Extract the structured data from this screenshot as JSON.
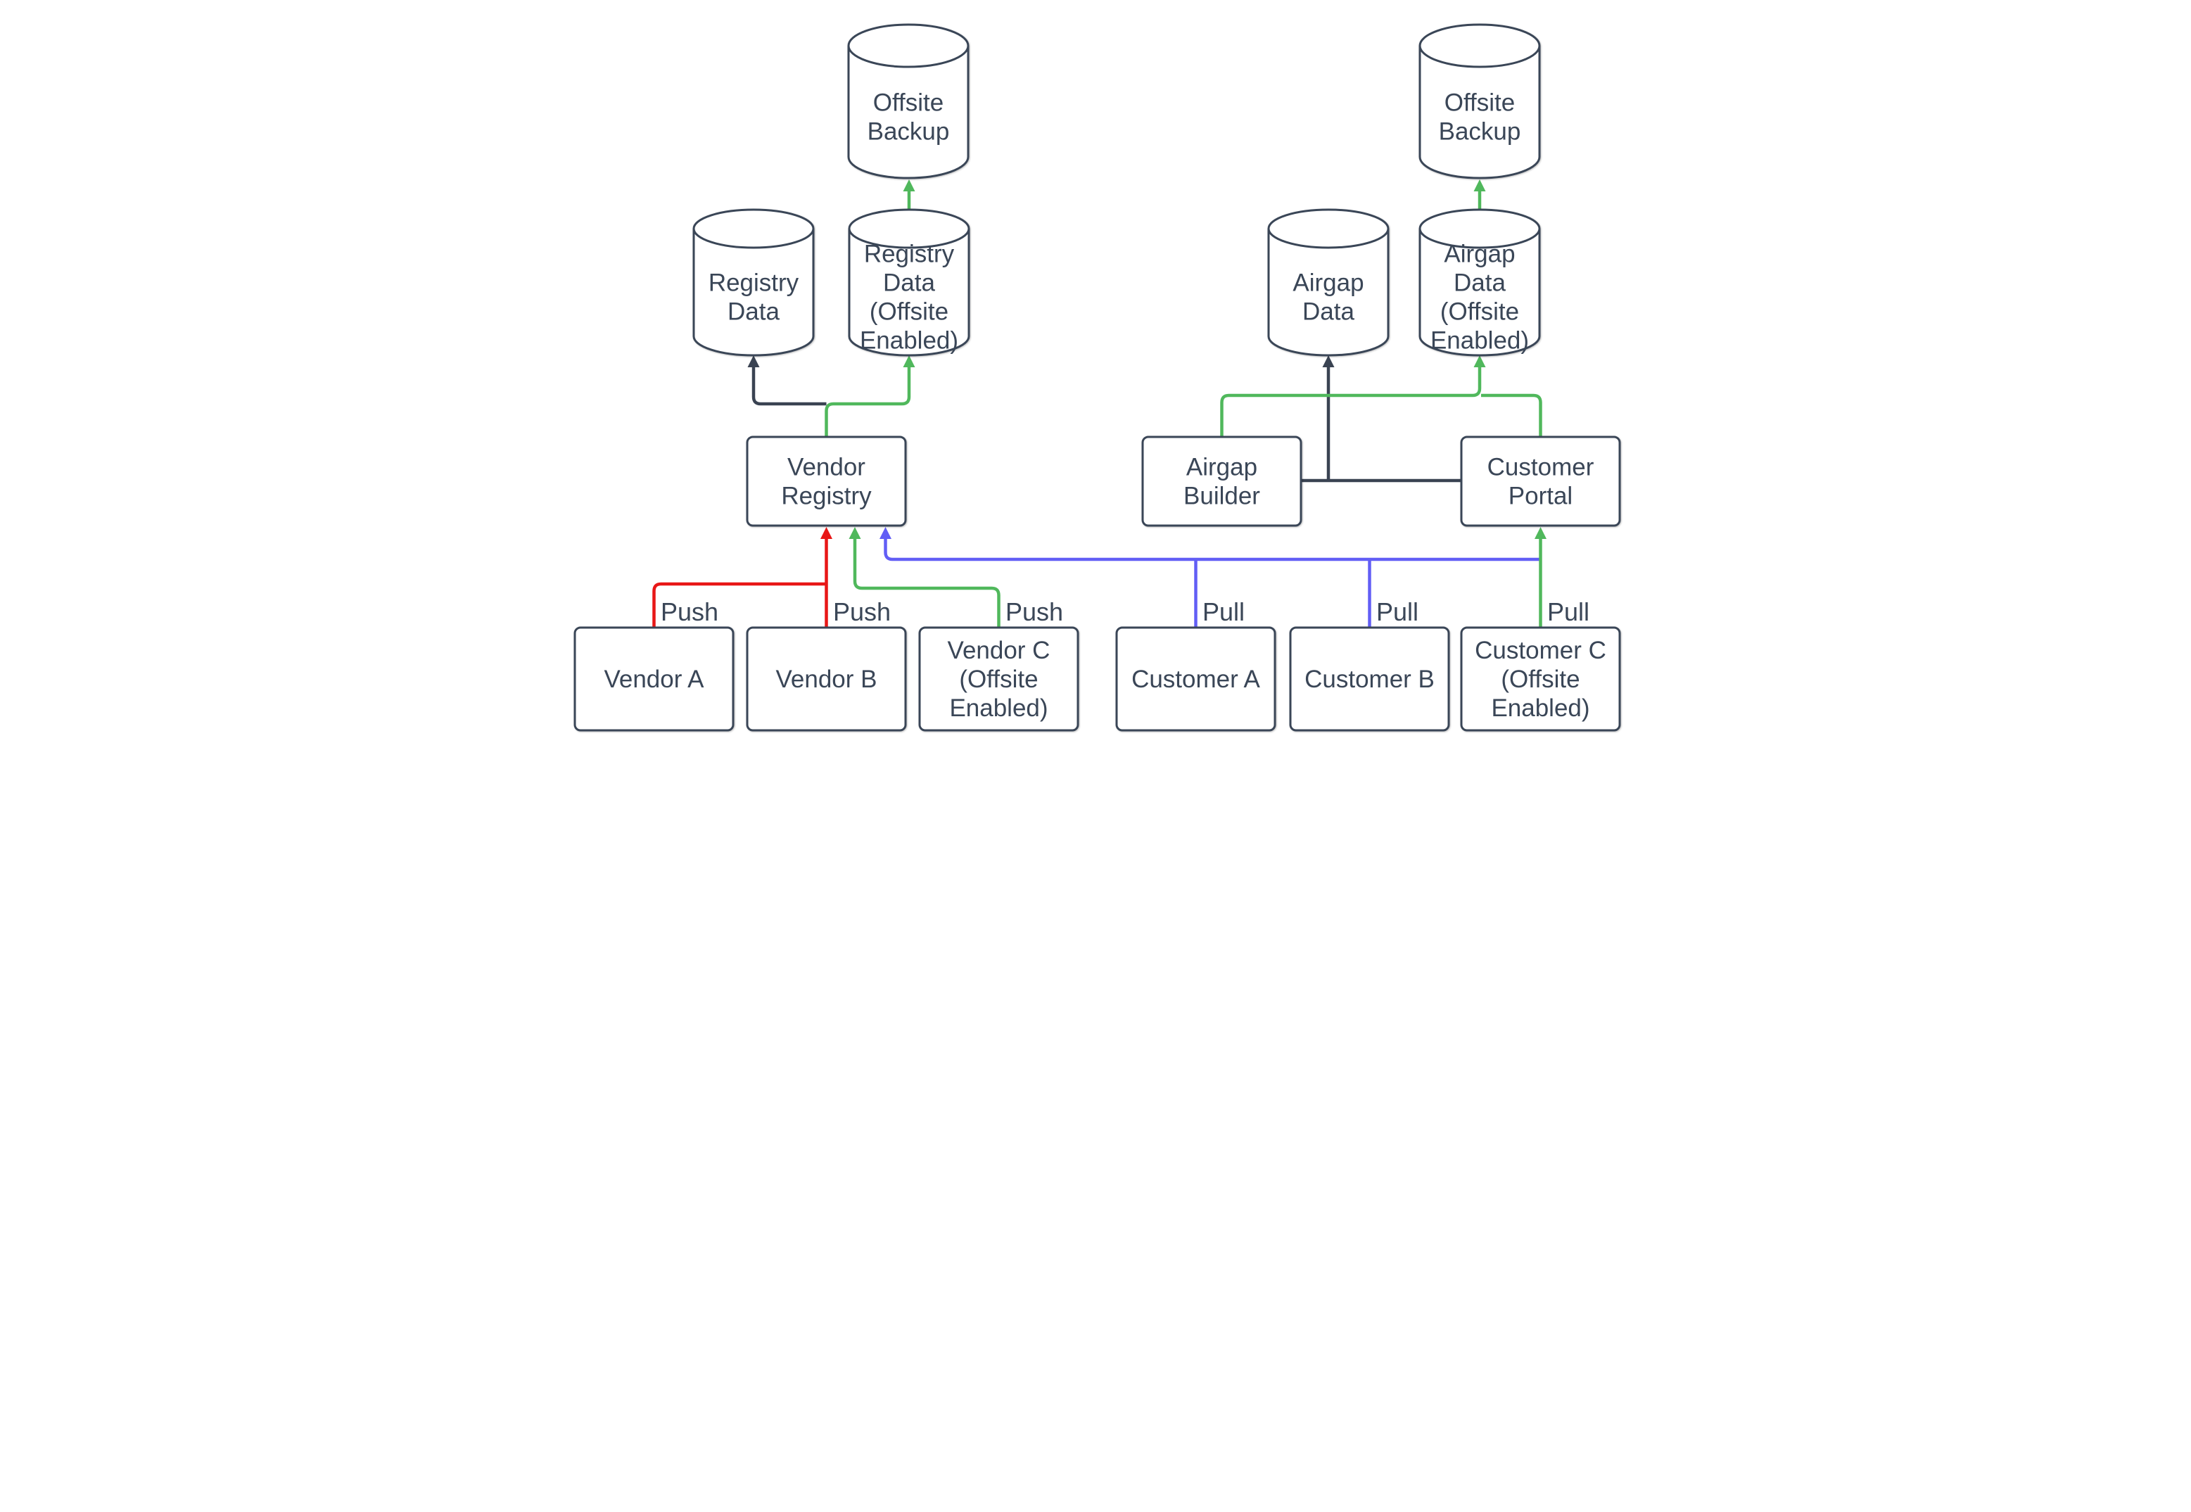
{
  "diagram": {
    "background": "#ffffff",
    "colors": {
      "node_border": "#3A4657",
      "text": "#3A4657",
      "dark": "#3A4352",
      "green": "#50B85C",
      "red": "#E81717",
      "blue": "#625EF5"
    },
    "nodes": [
      {
        "id": "offsite-backup-left",
        "shape": "cylinder",
        "lines": [
          "Offsite",
          "Backup"
        ]
      },
      {
        "id": "registry-data",
        "shape": "cylinder",
        "lines": [
          "Registry",
          "Data"
        ]
      },
      {
        "id": "registry-data-offsite",
        "shape": "cylinder",
        "lines": [
          "Registry",
          "Data",
          "(Offsite",
          "Enabled)"
        ]
      },
      {
        "id": "vendor-registry",
        "shape": "rect",
        "lines": [
          "Vendor",
          "Registry"
        ]
      },
      {
        "id": "vendor-a",
        "shape": "rect",
        "lines": [
          "Vendor A"
        ]
      },
      {
        "id": "vendor-b",
        "shape": "rect",
        "lines": [
          "Vendor B"
        ]
      },
      {
        "id": "vendor-c",
        "shape": "rect",
        "lines": [
          "Vendor C",
          "(Offsite",
          "Enabled)"
        ]
      },
      {
        "id": "airgap-data",
        "shape": "cylinder",
        "lines": [
          "Airgap",
          "Data"
        ]
      },
      {
        "id": "airgap-data-offsite",
        "shape": "cylinder",
        "lines": [
          "Airgap",
          "Data",
          "(Offsite",
          "Enabled)"
        ]
      },
      {
        "id": "offsite-backup-right",
        "shape": "cylinder",
        "lines": [
          "Offsite",
          "Backup"
        ]
      },
      {
        "id": "airgap-builder",
        "shape": "rect",
        "lines": [
          "Airgap",
          "Builder"
        ]
      },
      {
        "id": "customer-portal",
        "shape": "rect",
        "lines": [
          "Customer",
          "Portal"
        ]
      },
      {
        "id": "customer-a",
        "shape": "rect",
        "lines": [
          "Customer A"
        ]
      },
      {
        "id": "customer-b",
        "shape": "rect",
        "lines": [
          "Customer B"
        ]
      },
      {
        "id": "customer-c",
        "shape": "rect",
        "lines": [
          "Customer C",
          "(Offsite",
          "Enabled)"
        ]
      }
    ],
    "edges": [
      {
        "id": "vendor-registry-to-registry-data",
        "color": "dark"
      },
      {
        "id": "vendor-registry-to-registry-data-offsite",
        "color": "green"
      },
      {
        "id": "registry-data-offsite-to-offsite-backup",
        "color": "green"
      },
      {
        "id": "vendor-a-to-vendor-registry",
        "color": "red",
        "label": "Push"
      },
      {
        "id": "vendor-b-to-vendor-registry",
        "color": "red",
        "label": "Push"
      },
      {
        "id": "vendor-c-to-vendor-registry",
        "color": "green",
        "label": "Push"
      },
      {
        "id": "customer-a-pull",
        "color": "blue",
        "label": "Pull"
      },
      {
        "id": "customer-b-pull",
        "color": "blue",
        "label": "Pull"
      },
      {
        "id": "customers-pull-to-vendor-registry",
        "color": "blue"
      },
      {
        "id": "customer-c-to-customer-portal",
        "color": "green",
        "label": "Pull"
      },
      {
        "id": "customer-portal-to-airgap-builder",
        "color": "dark"
      },
      {
        "id": "customer-portal-to-airgap-data",
        "color": "dark"
      },
      {
        "id": "airgap-builder-to-airgap-data-offsite",
        "color": "green"
      },
      {
        "id": "customer-portal-to-airgap-data-offsite",
        "color": "green"
      },
      {
        "id": "airgap-data-offsite-to-offsite-backup",
        "color": "green"
      }
    ]
  }
}
